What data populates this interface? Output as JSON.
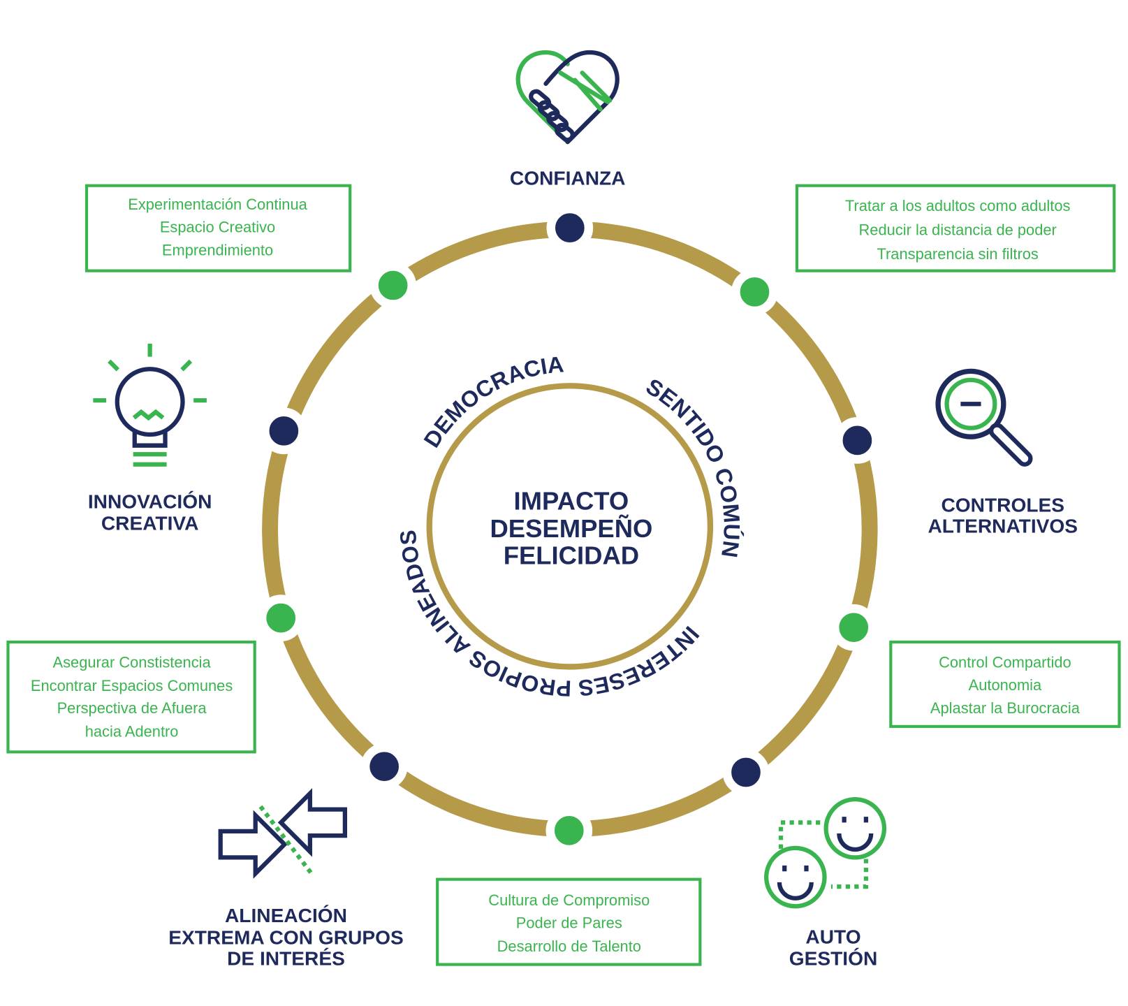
{
  "colors": {
    "navy": "#1f2a5c",
    "green": "#3ab44f",
    "gold": "#b59a4a"
  },
  "center": {
    "lines": [
      "IMPACTO",
      "DESEMPEÑO",
      "FELICIDAD"
    ]
  },
  "ring_labels": {
    "democracia": "DEMOCRACIA",
    "sentido_comun": "SENTIDO COMÚN",
    "intereses": "INTERESES PROPIOS ALINEADOS"
  },
  "pillars": {
    "confianza": {
      "lines": [
        "CONFIANZA"
      ],
      "icon": "handshake-heart-icon"
    },
    "innovacion": {
      "lines": [
        "INNOVACIÓN",
        "CREATIVA"
      ],
      "icon": "lightbulb-icon"
    },
    "controles": {
      "lines": [
        "CONTROLES",
        "ALTERNATIVOS"
      ],
      "icon": "magnifier-icon"
    },
    "alineacion": {
      "lines": [
        "ALINEACIÓN",
        "EXTREMA CON GRUPOS",
        "DE INTERÉS"
      ],
      "icon": "converging-arrows-icon"
    },
    "autogestion": {
      "lines": [
        "AUTO",
        "GESTIÓN"
      ],
      "icon": "smiley-faces-icon"
    }
  },
  "boxes": {
    "top_left": [
      "Experimentación Continua",
      "Espacio Creativo",
      "Emprendimiento"
    ],
    "top_right": [
      "Tratar a los adultos como adultos",
      "Reducir la distancia de poder",
      "Transparencia sin filtros"
    ],
    "mid_left": [
      "Asegurar Constistencia",
      "Encontrar Espacios Comunes",
      "Perspectiva de Afuera",
      "hacia Adentro"
    ],
    "mid_right": [
      "Control Compartido",
      "Autonomia",
      "Aplastar la Burocracia"
    ],
    "bottom": [
      "Cultura de Compromiso",
      "Poder de Pares",
      "Desarrollo de Talento"
    ]
  }
}
